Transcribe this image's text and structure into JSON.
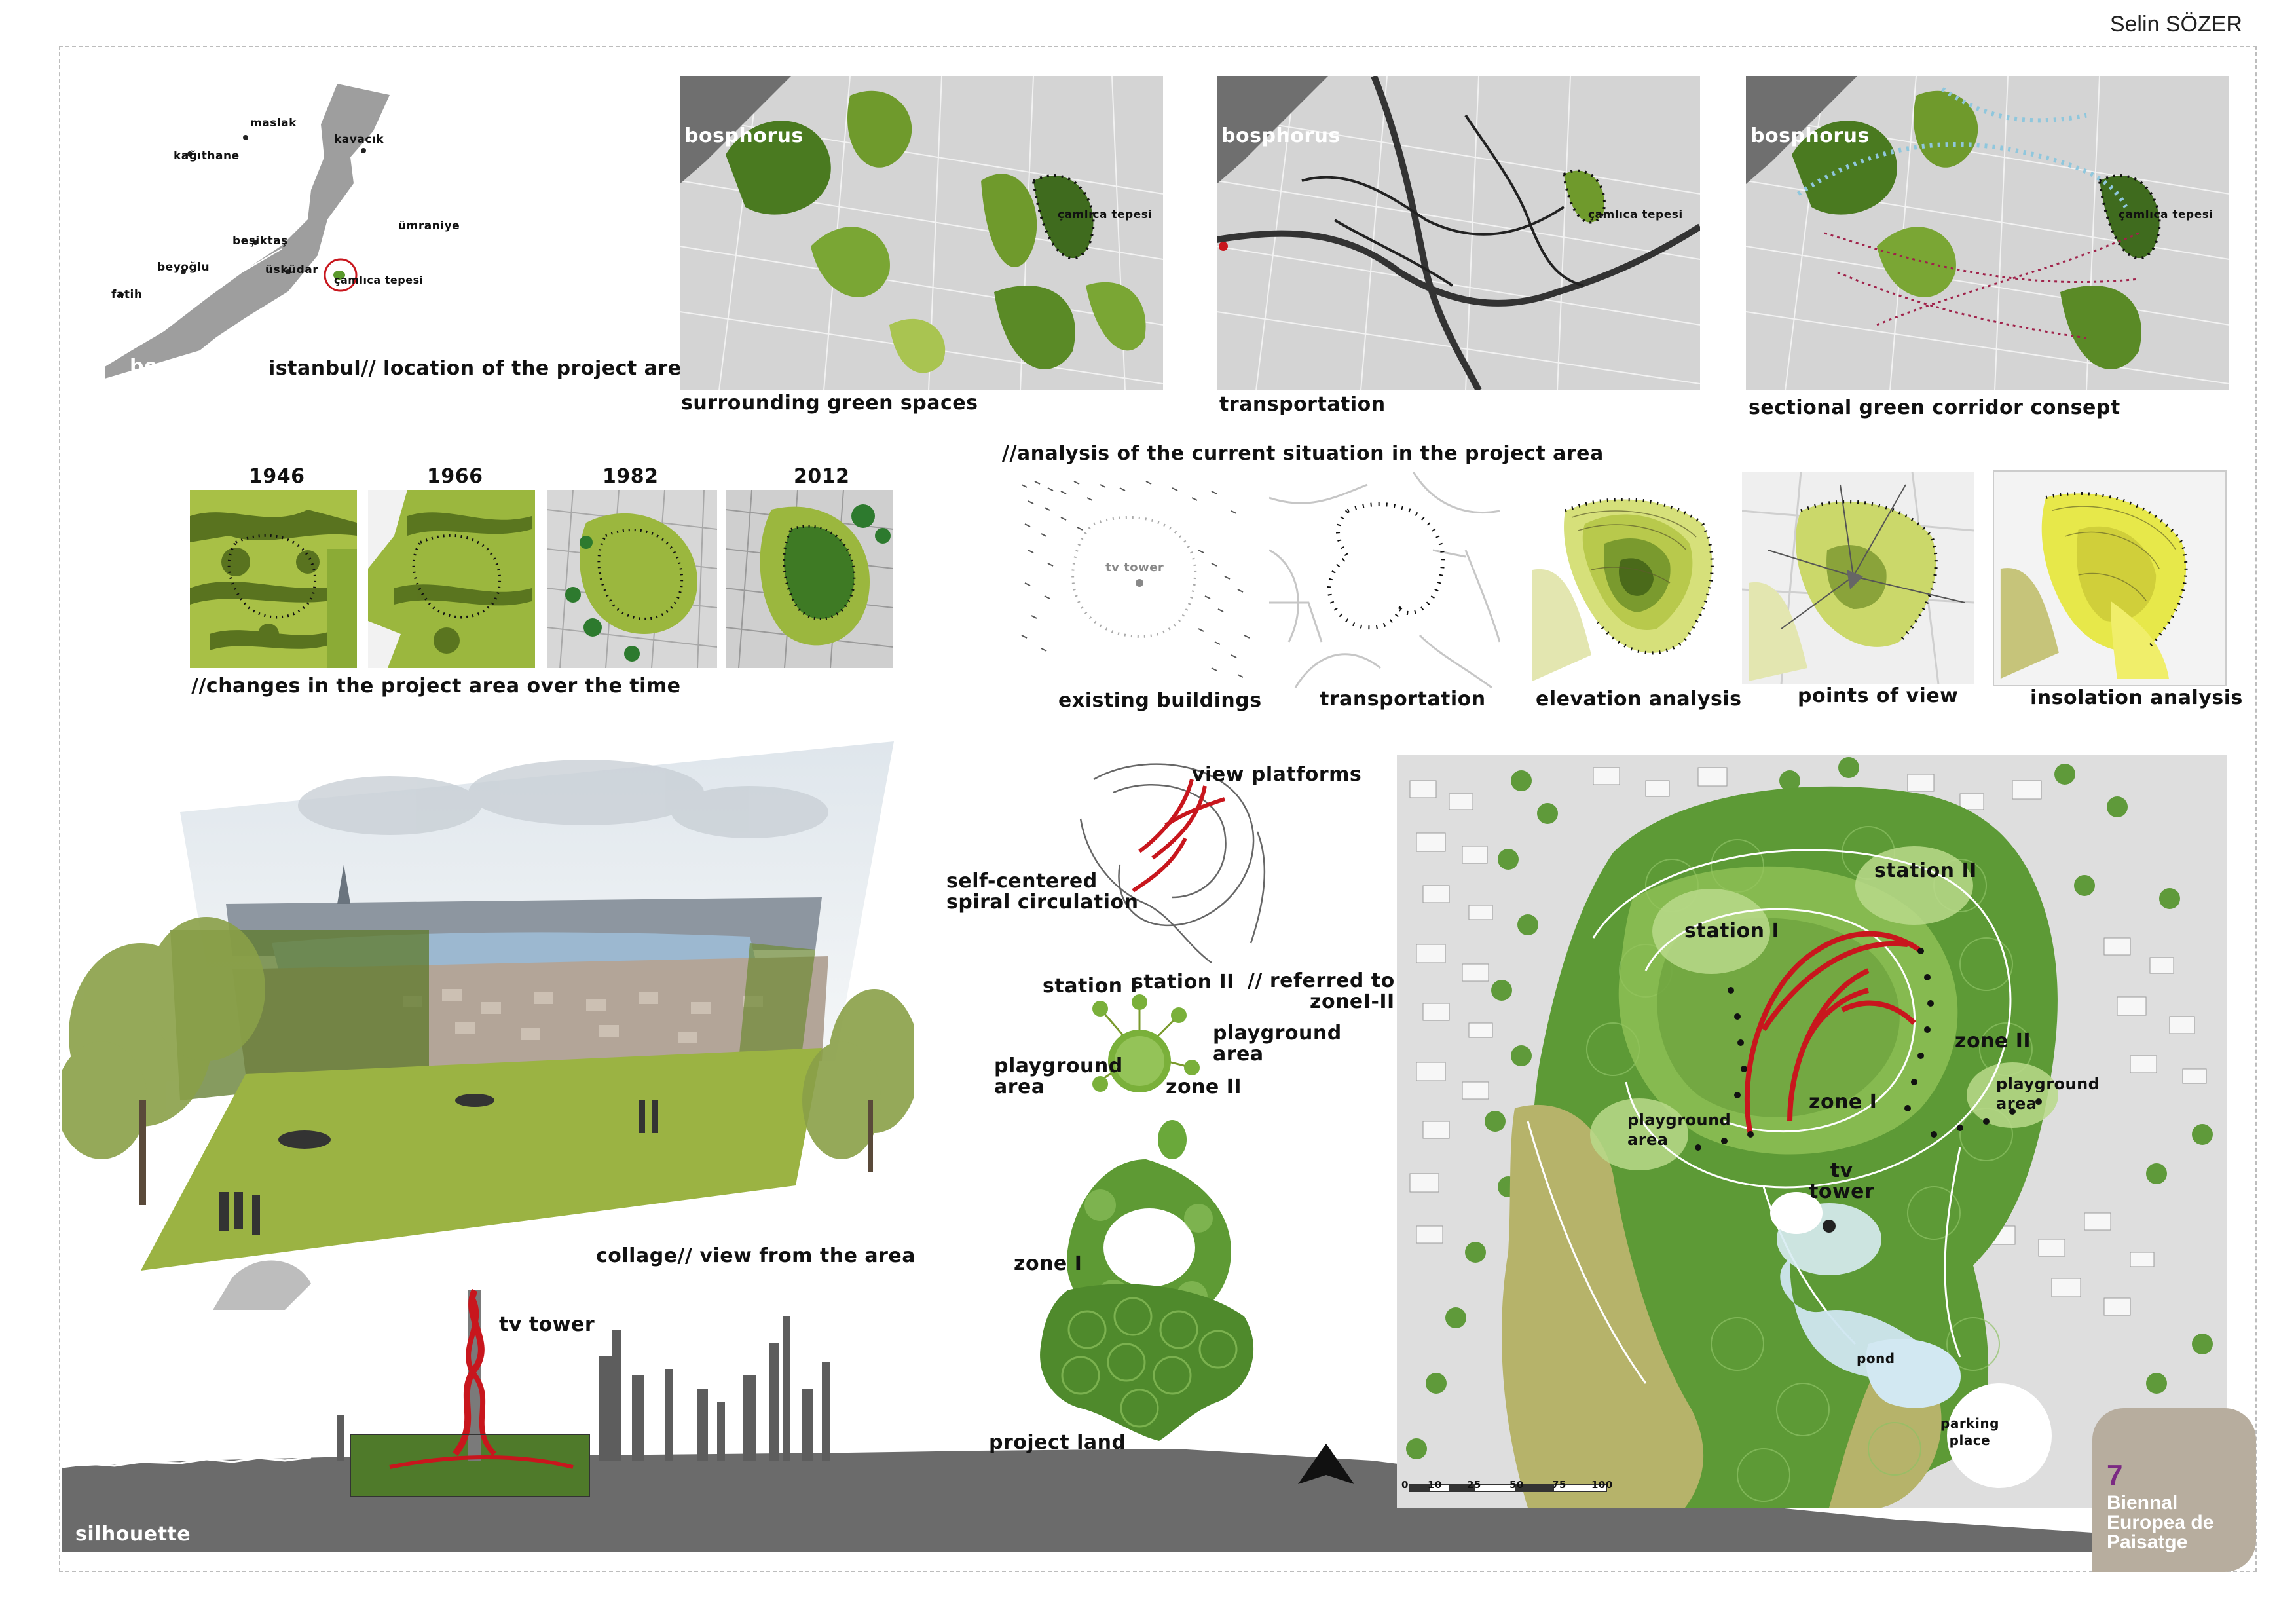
{
  "author": "Selin SÖZER",
  "location": {
    "title": "istanbul// location of the project area",
    "water": "bosphorus",
    "places": [
      "maslak",
      "kağıthane",
      "kavacık",
      "ümraniye",
      "beşiktaş",
      "beyoğlu",
      "fatih",
      "üsküdar",
      "çamlıca tepesi"
    ]
  },
  "top_maps": [
    {
      "caption": "surrounding green spaces",
      "water": "bosphorus",
      "site": "çamlıca tepesi"
    },
    {
      "caption": "transportation",
      "water": "bosphorus",
      "site": "çamlıca tepesi"
    },
    {
      "caption": "sectional green corridor consept",
      "water": "bosphorus",
      "site": "çamlıca tepesi"
    }
  ],
  "history": {
    "caption": "//changes in the project area over the time",
    "years": [
      "1946",
      "1966",
      "1982",
      "2012"
    ]
  },
  "analysis": {
    "title": "//analysis of the current situation in the project area",
    "panels": [
      "existing buildings",
      "transportation",
      "elevation analysis",
      "points of view",
      "insolation analysis"
    ],
    "tv_tower_label": "tv tower"
  },
  "collage": {
    "caption": "collage// view from the area"
  },
  "concept": {
    "view_platforms": "view platforms",
    "spiral": "self-centered\nspiral circulation",
    "station_1": "station I",
    "station_2": "station II",
    "referred": "// referred to\nzoneI-II",
    "playground_left": "playground\narea",
    "playground_right": "playground\narea",
    "zone_2": "zone II",
    "zone_1": "zone I",
    "project_land": "project land"
  },
  "silhouette": {
    "label": "silhouette",
    "tower": "tv tower"
  },
  "plan": {
    "station_1": "station I",
    "station_2": "station II",
    "zone_1": "zone I",
    "zone_2": "zone II",
    "playground_left": "playground\narea",
    "playground_right": "playground\narea",
    "tv_tower": "tv\ntower",
    "pond": "pond",
    "parking": "parking\nplace",
    "scale_ticks": [
      "0",
      "10",
      "25",
      "50",
      "75",
      "100"
    ]
  },
  "badge": {
    "number": "7",
    "text": "Biennal\nEuropea de\nPaisatge"
  },
  "colors": {
    "green_dark": "#3f6b1e",
    "green_mid": "#6f9a2c",
    "green_light": "#b5cf5c",
    "accent_red": "#c8161d",
    "grey": "#9a9a9a"
  }
}
